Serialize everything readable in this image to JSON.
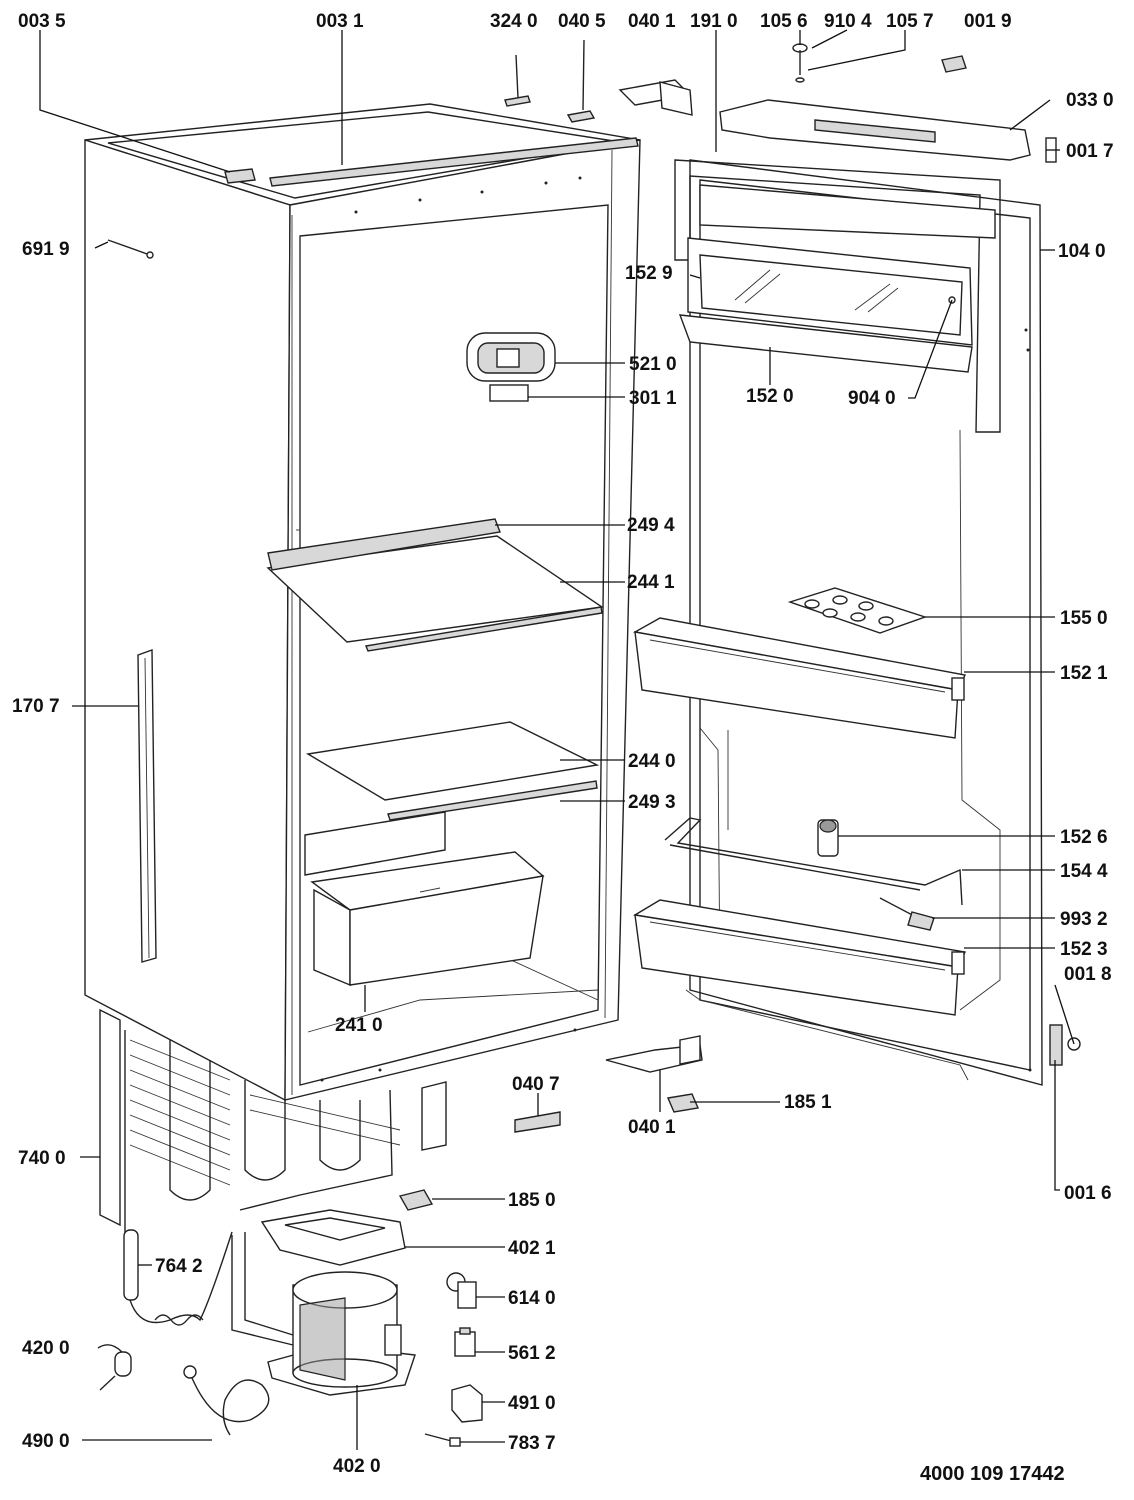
{
  "diagram": {
    "reference_number": "4000 109 17442",
    "part_labels": [
      {
        "id": "p0035",
        "text": "003 5"
      },
      {
        "id": "p0031",
        "text": "003 1"
      },
      {
        "id": "p3240",
        "text": "324 0"
      },
      {
        "id": "p0405",
        "text": "040 5"
      },
      {
        "id": "p0401a",
        "text": "040 1"
      },
      {
        "id": "p1910",
        "text": "191 0"
      },
      {
        "id": "p1056",
        "text": "105 6"
      },
      {
        "id": "p9104",
        "text": "910 4"
      },
      {
        "id": "p1057",
        "text": "105 7"
      },
      {
        "id": "p0019",
        "text": "001 9"
      },
      {
        "id": "p0330",
        "text": "033 0"
      },
      {
        "id": "p0017",
        "text": "001 7"
      },
      {
        "id": "p1040",
        "text": "104 0"
      },
      {
        "id": "p6919",
        "text": "691 9"
      },
      {
        "id": "p1529",
        "text": "152 9"
      },
      {
        "id": "p5210",
        "text": "521 0"
      },
      {
        "id": "p3011",
        "text": "301 1"
      },
      {
        "id": "p1520",
        "text": "152 0"
      },
      {
        "id": "p9040",
        "text": "904 0"
      },
      {
        "id": "p2494",
        "text": "249 4"
      },
      {
        "id": "p2441",
        "text": "244 1"
      },
      {
        "id": "p1550",
        "text": "155 0"
      },
      {
        "id": "p1521",
        "text": "152 1"
      },
      {
        "id": "p1707",
        "text": "170 7"
      },
      {
        "id": "p2440",
        "text": "244 0"
      },
      {
        "id": "p2493",
        "text": "249 3"
      },
      {
        "id": "p1526",
        "text": "152 6"
      },
      {
        "id": "p1544",
        "text": "154 4"
      },
      {
        "id": "p9932",
        "text": "993 2"
      },
      {
        "id": "p1523",
        "text": "152 3"
      },
      {
        "id": "p0018",
        "text": "001 8"
      },
      {
        "id": "p2410",
        "text": "241 0"
      },
      {
        "id": "p0407",
        "text": "040 7"
      },
      {
        "id": "p1851",
        "text": "185 1"
      },
      {
        "id": "p0401b",
        "text": "040 1"
      },
      {
        "id": "p7400",
        "text": "740 0"
      },
      {
        "id": "p0016",
        "text": "001 6"
      },
      {
        "id": "p1850",
        "text": "185 0"
      },
      {
        "id": "p4021",
        "text": "402 1"
      },
      {
        "id": "p7642",
        "text": "764 2"
      },
      {
        "id": "p6140",
        "text": "614 0"
      },
      {
        "id": "p4200",
        "text": "420 0"
      },
      {
        "id": "p5612",
        "text": "561 2"
      },
      {
        "id": "p4910",
        "text": "491 0"
      },
      {
        "id": "p4900",
        "text": "490 0"
      },
      {
        "id": "p7837",
        "text": "783 7"
      },
      {
        "id": "p4020",
        "text": "402 0"
      }
    ]
  }
}
